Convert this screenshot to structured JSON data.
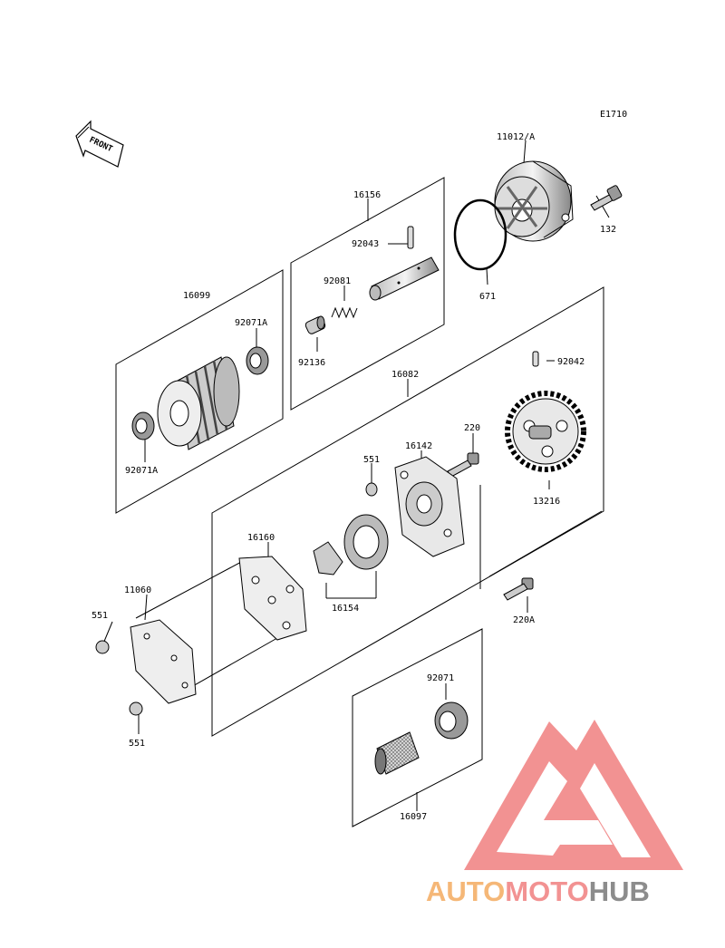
{
  "diagram": {
    "code": "E1710",
    "front_label": "FRONT"
  },
  "labels": {
    "11012A": "11012/A",
    "132": "132",
    "16156": "16156",
    "92043": "92043",
    "92081": "92081",
    "671": "671",
    "16099": "16099",
    "92071A": "92071A",
    "92136": "92136",
    "16082": "16082",
    "92042": "92042",
    "220": "220",
    "16142": "16142",
    "551": "551",
    "13216": "13216",
    "16160": "16160",
    "11060": "11060",
    "16154": "16154",
    "220A": "220A",
    "92071": "92071",
    "16097": "16097"
  },
  "watermark": {
    "part1": "AUTO",
    "part2": "MOTO",
    "part3": "HUB"
  }
}
